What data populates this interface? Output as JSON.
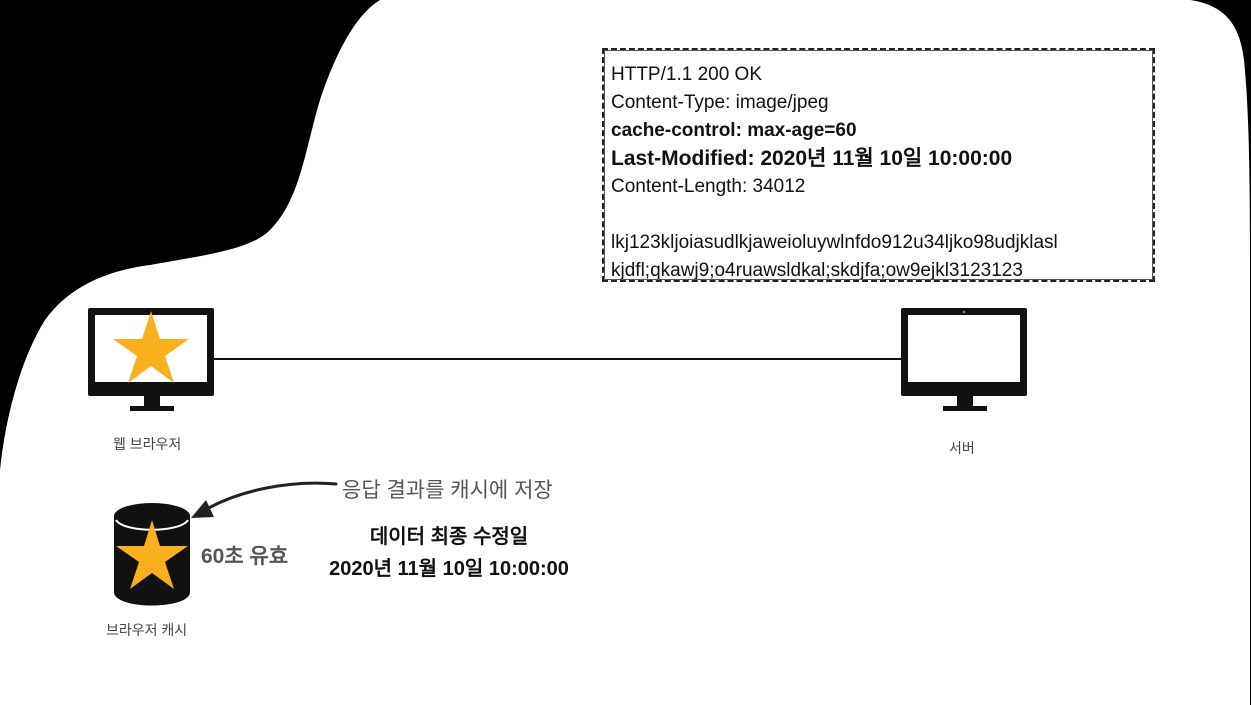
{
  "http_response": {
    "lines": [
      "HTTP/1.1 200 OK",
      "Content-Type: image/jpeg",
      "cache-control: max-age=60",
      "Last-Modified: 2020년 11월 10일 10:00:00",
      "Content-Length: 34012",
      "lkj123kljoiasudlkjaweioluywlnfdo912u34ljko98udjklasl",
      "kjdfl;qkawj9;o4ruawsldkal;skdjfa;ow9ejkl3123123"
    ]
  },
  "nodes": {
    "browser_label": "웹 브라우저",
    "server_label": "서버",
    "cache_label": "브라우저 캐시"
  },
  "annotations": {
    "store_response": "응답 결과를 캐시에 저장",
    "validity": "60초 유효",
    "last_modified_title": "데이터 최종 수정일",
    "last_modified_value": "2020년 11월 10일 10:00:00"
  },
  "colors": {
    "star": "#F8B01C",
    "background_shape": "#FFFFFF",
    "outside": "#000000"
  }
}
